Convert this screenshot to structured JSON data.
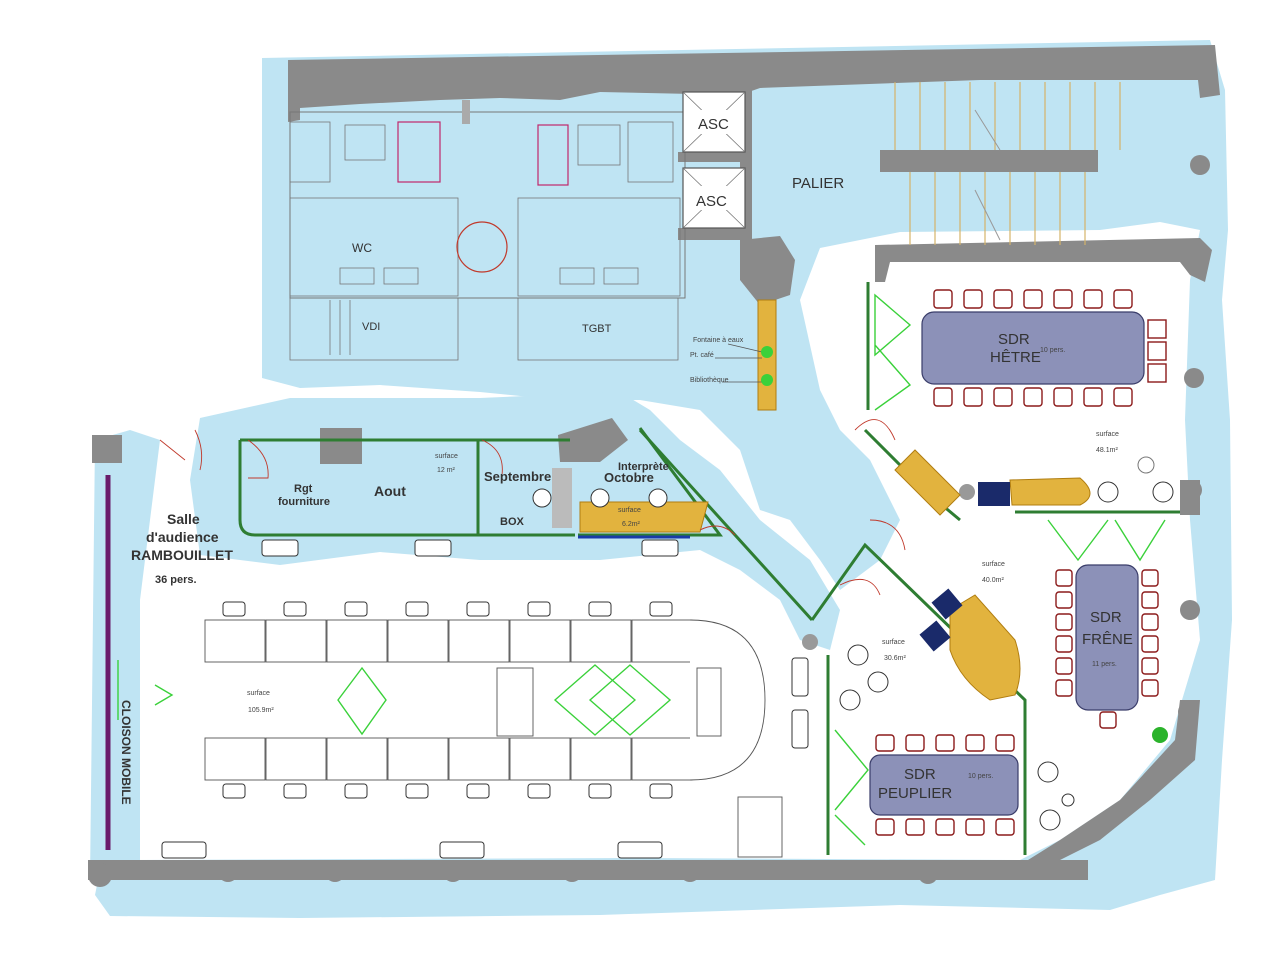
{
  "rooms": {
    "asc_1": "ASC",
    "asc_2": "ASC",
    "palier": "PALIER",
    "wc": "WC",
    "vdi": "VDI",
    "tgbt": "TGBT",
    "rgt_line1": "Rgt",
    "rgt_line2": "fourniture",
    "aout": "Aout",
    "aout_surface_label": "surface",
    "aout_surface_value": "12 m²",
    "septembre": "Septembre",
    "box": "BOX",
    "interprete": "Interprète",
    "octobre": "Octobre",
    "octobre_surface_label": "surface",
    "octobre_surface_value": "6.2m²",
    "salle_line1": "Salle",
    "salle_line2": "d'audience",
    "salle_line3": "RAMBOUILLET",
    "salle_capacity": "36 pers.",
    "salle_surface_label": "surface",
    "salle_surface_value": "105.9m²",
    "cloison": "CLOISON MOBILE",
    "hetre_line1": "SDR",
    "hetre_line2": "HÊTRE",
    "hetre_capacity": "10 pers.",
    "hetre_surface_label": "surface",
    "hetre_surface_value": "48.1m²",
    "center_surface_label": "surface",
    "center_surface_value": "40.0m²",
    "frene_line1": "SDR",
    "frene_line2": "FRÊNE",
    "frene_capacity": "11 pers.",
    "peuplier_line1": "SDR",
    "peuplier_line2": "PEUPLIER",
    "peuplier_capacity": "10 pers.",
    "peuplier_surface_label": "surface",
    "peuplier_surface_value": "30.6m²"
  },
  "legend": {
    "item1": "Fontaine à eaux",
    "item2": "Pt. café",
    "item3": "Bibliothèque"
  },
  "colors": {
    "water": "#bfe4f3",
    "wall": "#8a8a8a",
    "partition": "#2e7d32",
    "meeting_table": "#8c91b8",
    "hatched_furniture": "#e2b33e",
    "chair": "#8b1a1a",
    "mobile_partition": "#6a1b6a"
  }
}
